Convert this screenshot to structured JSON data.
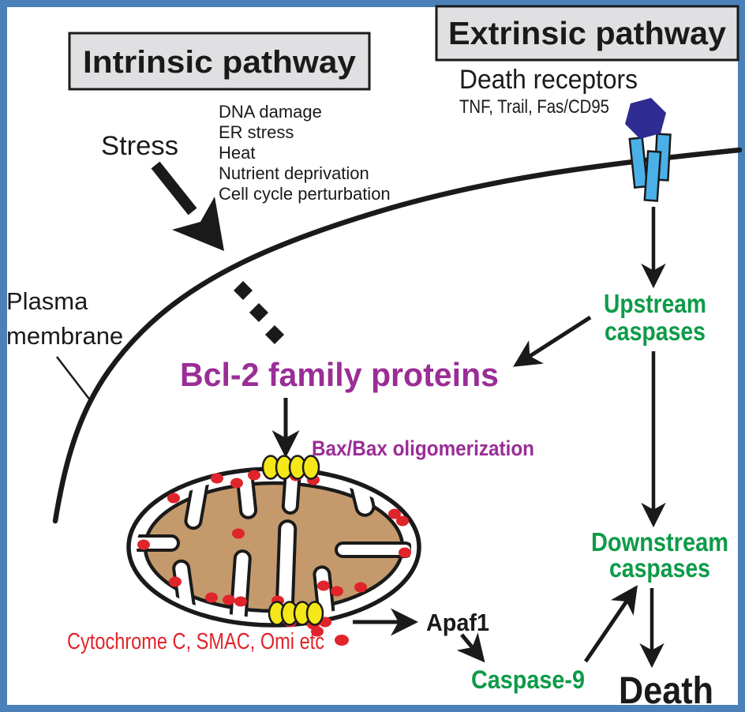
{
  "colors": {
    "frame": "#4C80B8",
    "ink": "#1A1A1A",
    "box": "#E0E0E2",
    "green": "#0D9B48",
    "purple": "#9A2D96",
    "red": "#E0242B",
    "receptor": "#4AB1E8",
    "ligand": "#2E2C90",
    "mito": "#C49A6C",
    "bax": "#F6E818"
  },
  "titles": {
    "intrinsic": "Intrinsic pathway",
    "extrinsic": "Extrinsic pathway"
  },
  "intrinsic": {
    "stress_label": "Stress",
    "stressors": [
      "DNA damage",
      "ER stress",
      "Heat",
      "Nutrient deprivation",
      "Cell cycle perturbation"
    ],
    "plasma_membrane_line1": "Plasma",
    "plasma_membrane_line2": "membrane",
    "bcl2_label": "Bcl-2 family proteins",
    "bax_label": "Bax/Bax oligomerization",
    "cytochrome_label": "Cytochrome C, SMAC, Omi etc",
    "apaf1_label": "Apaf1",
    "caspase9_label": "Caspase-9"
  },
  "extrinsic": {
    "death_receptors_label": "Death receptors",
    "ligands_label": "TNF, Trail, Fas/CD95",
    "upstream_line1": "Upstream",
    "upstream_line2": "caspases",
    "downstream_line1": "Downstream",
    "downstream_line2": "caspases",
    "death_label": "Death"
  }
}
